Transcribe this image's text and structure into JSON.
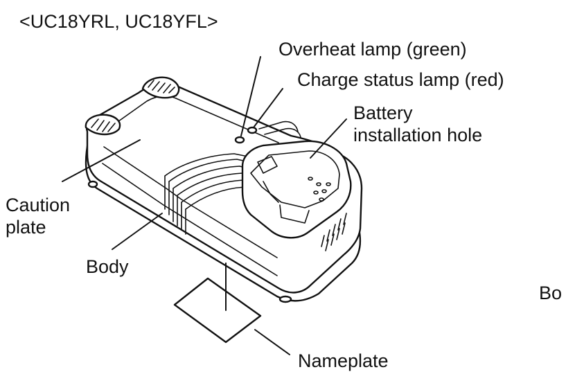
{
  "diagram": {
    "model_heading": "<UC18YRL, UC18YFL>",
    "labels": {
      "overheat_lamp": "Overheat lamp (green)",
      "charge_status_lamp": "Charge status lamp (red)",
      "battery_hole_line1": "Battery",
      "battery_hole_line2": "installation hole",
      "caution_plate_line1": "Caution",
      "caution_plate_line2": "plate",
      "body": "Body",
      "nameplate": "Nameplate",
      "cut_off_text": "Bo"
    },
    "colors": {
      "ink": "#111111",
      "background": "#ffffff"
    }
  }
}
